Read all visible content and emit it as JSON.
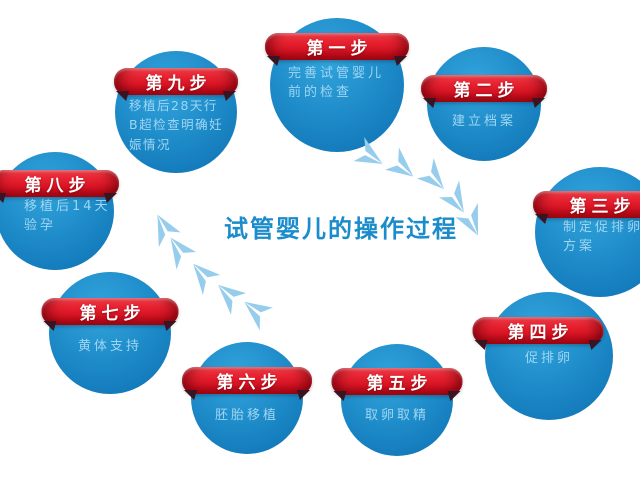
{
  "title": "试管婴儿的操作过程",
  "colors": {
    "circle_blue": "#1f8dca",
    "ribbon_red": "#d51424",
    "ribbon_fold_dark": "#3a1420",
    "step_text_light_blue": "#9ed6f3",
    "title_blue": "#1b8ccb",
    "arrow_light_blue": "#97cdec",
    "background": "#ffffff"
  },
  "steps": [
    {
      "label": "第一步",
      "desc": "完善试管婴儿\n前的检查"
    },
    {
      "label": "第二步",
      "desc": "建立档案"
    },
    {
      "label": "第三步",
      "desc": "制定促排卵\n方案"
    },
    {
      "label": "第四步",
      "desc": "促排卵"
    },
    {
      "label": "第五步",
      "desc": "取卵取精"
    },
    {
      "label": "第六步",
      "desc": "胚胎移植"
    },
    {
      "label": "第七步",
      "desc": "黄体支持"
    },
    {
      "label": "第八步",
      "desc": "移植后14天\n验孕"
    },
    {
      "label": "第九步",
      "desc": "移植后28天行\nB超检查明确妊\n娠情况"
    }
  ],
  "icons": {
    "flow_arrow": "light-blue chevron arrow"
  }
}
